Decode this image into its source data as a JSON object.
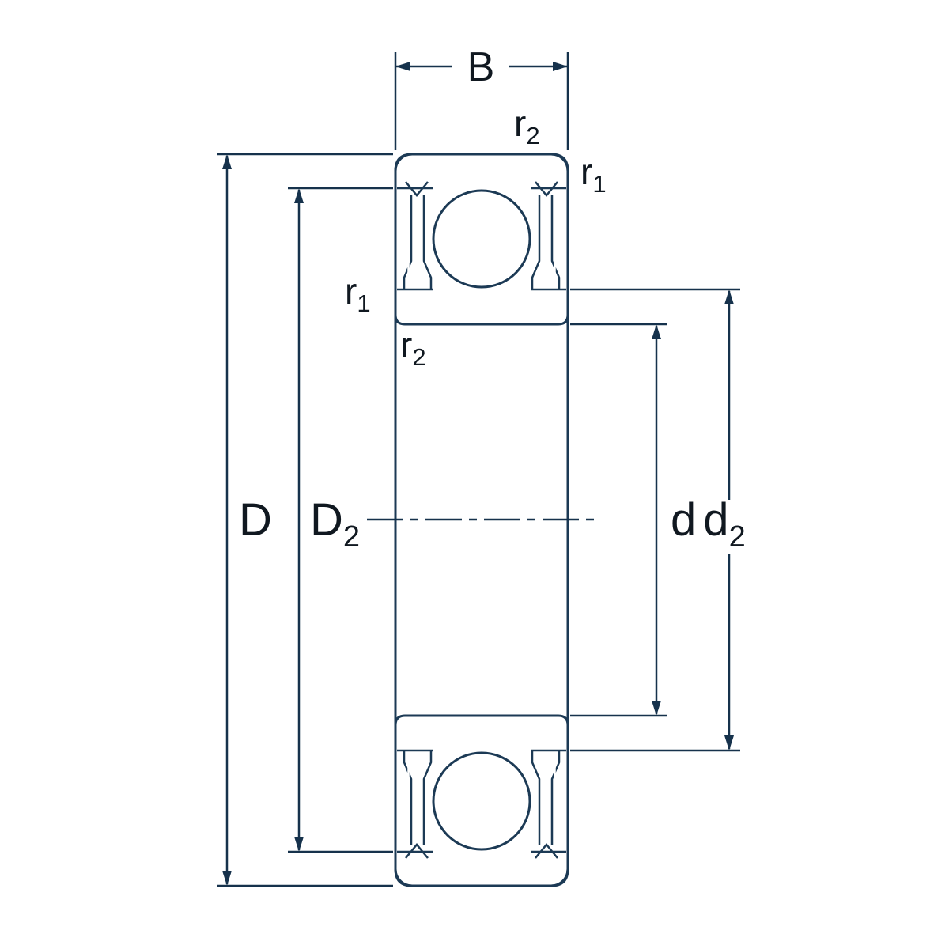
{
  "colors": {
    "section_fill": "#b9d0e8",
    "outline": "#1c3a55",
    "dimension": "#16324c",
    "background": "#ffffff"
  },
  "labels": {
    "width": {
      "base": "B",
      "sub": ""
    },
    "outer_diameter": {
      "base": "D",
      "sub": ""
    },
    "outer_recess_diameter": {
      "base": "D",
      "sub": "2"
    },
    "bore_diameter": {
      "base": "d",
      "sub": ""
    },
    "inner_recess_diameter": {
      "base": "d",
      "sub": "2"
    },
    "chamfer_r1_outer": {
      "base": "r",
      "sub": "1"
    },
    "chamfer_r2_outer": {
      "base": "r",
      "sub": "2"
    },
    "chamfer_r1_inner": {
      "base": "r",
      "sub": "1"
    },
    "chamfer_r2_inner": {
      "base": "r",
      "sub": "2"
    }
  }
}
